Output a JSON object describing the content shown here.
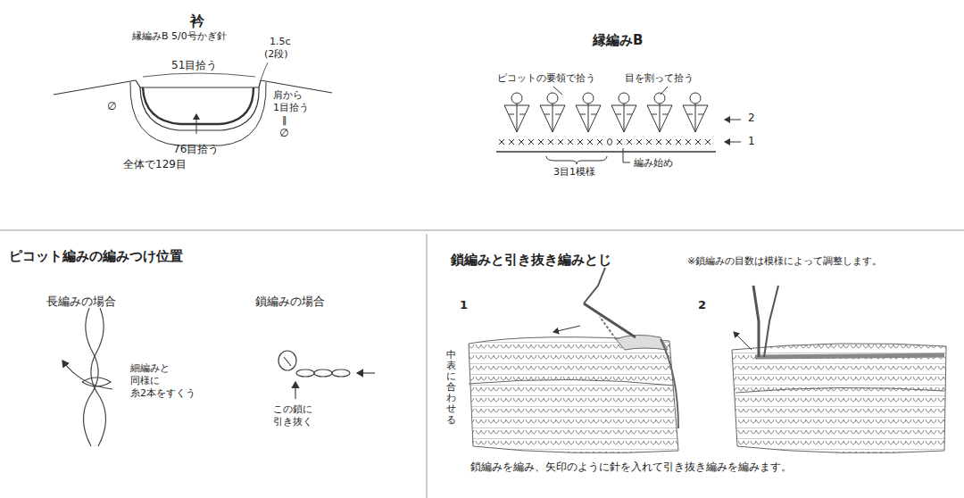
{
  "diagram": {
    "labels": [
      "衿",
      "縁編みB 5/0号かぎ針",
      "51目拾う",
      "1.5c",
      "(2段)",
      "∅",
      "肩から",
      "1目拾う",
      "‖",
      "∅",
      "76目拾う",
      "全体で129目",
      "縁編みB",
      "ピコットの要領で拾う",
      "目を割って拾う",
      "2",
      "1",
      "3目1模様",
      "編み始め",
      "ピコット編みの編みつけ位置",
      "長編みの場合",
      "鎖編みの場合",
      "細編みと 同様に 糸2本をすくう",
      "この鎖に 引き抜く",
      "鎖編みと引き抜き編みとじ",
      "※鎖編みの目数は模様によって調整します。",
      "1",
      "2",
      "中表に合わせる",
      "鎖編みを編み、矢印のように針を入れて引き抜き編みを編みます。"
    ]
  }
}
